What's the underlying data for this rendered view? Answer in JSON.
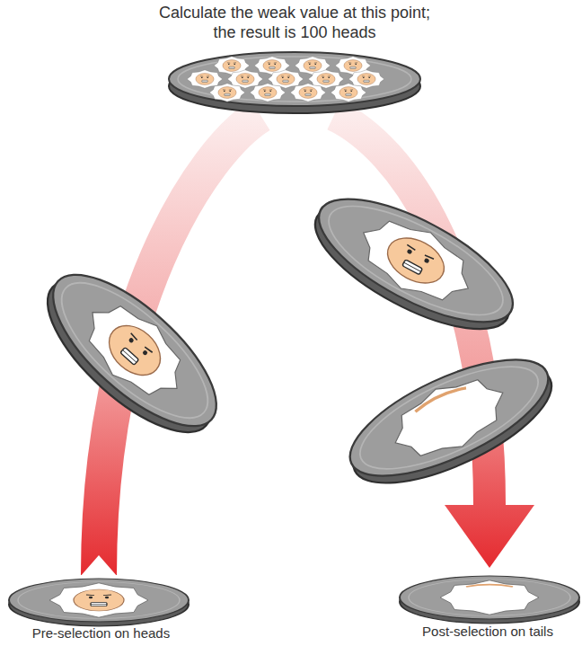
{
  "diagram": {
    "nodes": [
      {
        "text": [
          "Calculate the weak value at this point; the result is 100 heads"
        ]
      },
      {
        "text": [
          "Pre-selection on heads"
        ]
      },
      {
        "text": [
          "Post-selection on tails"
        ]
      }
    ],
    "edges": [
      {
        "from": 1,
        "to": 0,
        "arrow": "none"
      },
      {
        "from": 0,
        "to": 2,
        "arrow": "to"
      }
    ]
  }
}
